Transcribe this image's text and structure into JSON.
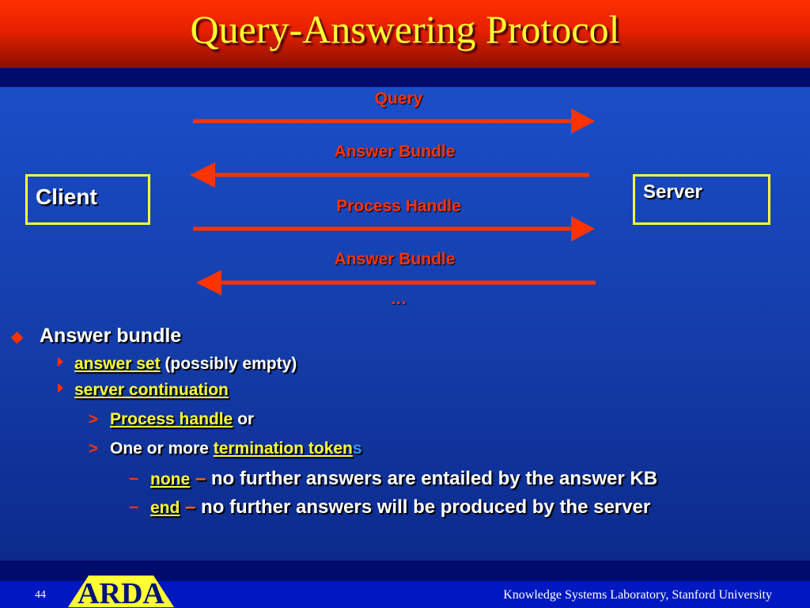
{
  "slide": {
    "title": "Query-Answering Protocol",
    "page_number": "44",
    "footer": "Knowledge Systems Laboratory, Stanford University",
    "logo_text": "ARDA"
  },
  "diagram": {
    "client_label": "Client",
    "server_label": "Server",
    "messages": [
      {
        "label": "Query",
        "direction": "right"
      },
      {
        "label": "Answer Bundle",
        "direction": "left"
      },
      {
        "label": "Process Handle",
        "direction": "right"
      },
      {
        "label": "Answer Bundle",
        "direction": "left"
      }
    ],
    "ellipsis": "…"
  },
  "bullets": {
    "main": "Answer bundle",
    "sub1_link": "answer set",
    "sub1_text": " (possibly empty)",
    "sub2_link": "server continuation",
    "sub3_link": "Process handle",
    "sub3_text": " or",
    "sub4_text": "One or more ",
    "sub4_link": "termination token",
    "sub4_tail": "s",
    "sub5_link": "none",
    "sub5_sep": " – ",
    "sub5_text": "no further answers are entailed by the answer KB",
    "sub6_link": "end",
    "sub6_sep": " – ",
    "sub6_text": "no further answers will be produced by the server"
  },
  "colors": {
    "title": "#ffff33",
    "arrow": "#ff3300",
    "background": "#1a4ec8",
    "link": "#ffff33"
  }
}
